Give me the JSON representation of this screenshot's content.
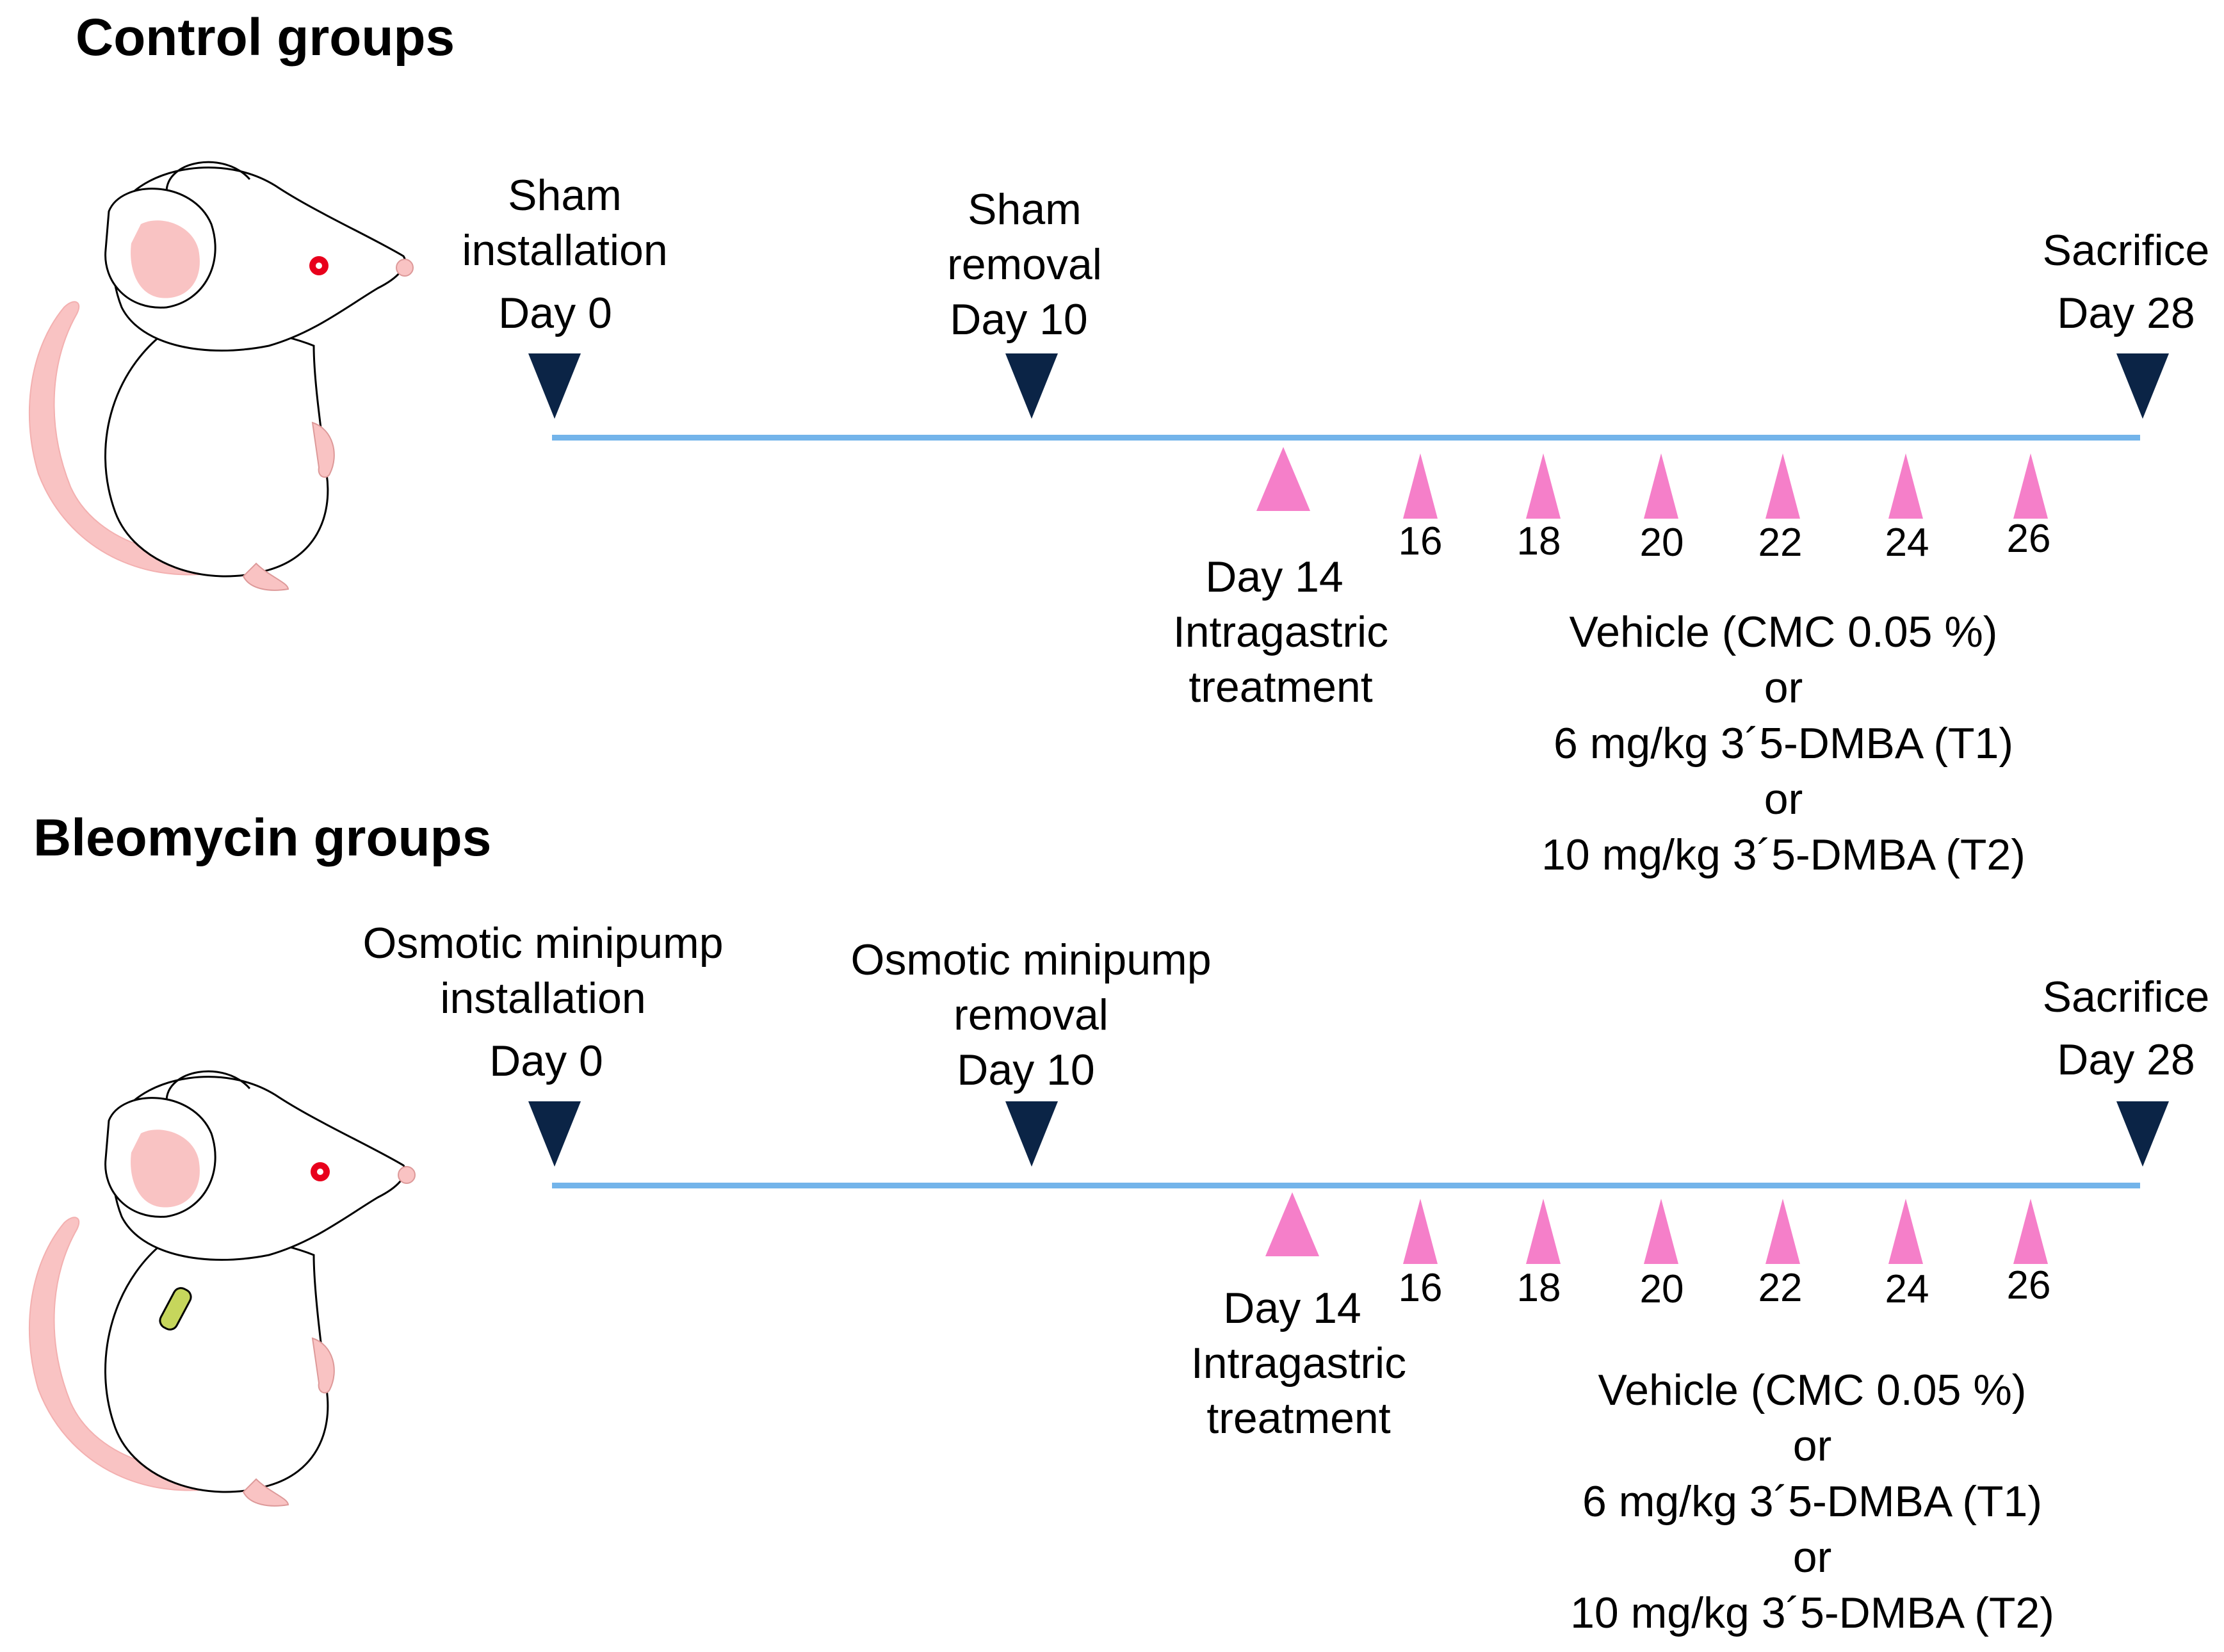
{
  "colors": {
    "timeline": "#73b4ea",
    "event_marker": "#0b2446",
    "treatment_marker": "#f57fc9",
    "mouse_ear_tail": "#f9c3c3",
    "mouse_eye": "#e8001c",
    "minipump": "#c6d65c"
  },
  "icons": {
    "mouse": "mouse-icon",
    "event": "down-triangle-marker",
    "treatment": "up-triangle-marker"
  },
  "panels": [
    {
      "title": "Control groups",
      "events": [
        {
          "label_lines": [
            "Sham",
            "installation"
          ],
          "day": "Day 0"
        },
        {
          "label_lines": [
            "Sham",
            "removal"
          ],
          "day": "Day 10"
        },
        {
          "label_lines": [
            "Sacrifice"
          ],
          "day": "Day 28"
        }
      ],
      "treatment": {
        "start_lines": [
          "Day 14",
          "Intragastric",
          "treatment"
        ],
        "ticks": [
          "16",
          "18",
          "20",
          "22",
          "24",
          "26"
        ],
        "description_lines": [
          "Vehicle (CMC 0.05 %)",
          "or",
          "6 mg/kg 3´5-DMBA (T1)",
          "or",
          "10 mg/kg 3´5-DMBA (T2)"
        ]
      }
    },
    {
      "title": "Bleomycin groups",
      "events": [
        {
          "label_lines": [
            "Osmotic minipump",
            "installation"
          ],
          "day": "Day 0"
        },
        {
          "label_lines": [
            "Osmotic minipump",
            "removal"
          ],
          "day": "Day 10"
        },
        {
          "label_lines": [
            "Sacrifice"
          ],
          "day": "Day 28"
        }
      ],
      "treatment": {
        "start_lines": [
          "Day 14",
          "Intragastric",
          "treatment"
        ],
        "ticks": [
          "16",
          "18",
          "20",
          "22",
          "24",
          "26"
        ],
        "description_lines": [
          "Vehicle (CMC 0.05 %)",
          "or",
          "6 mg/kg 3´5-DMBA (T1)",
          "or",
          "10 mg/kg 3´5-DMBA (T2)"
        ]
      }
    }
  ]
}
